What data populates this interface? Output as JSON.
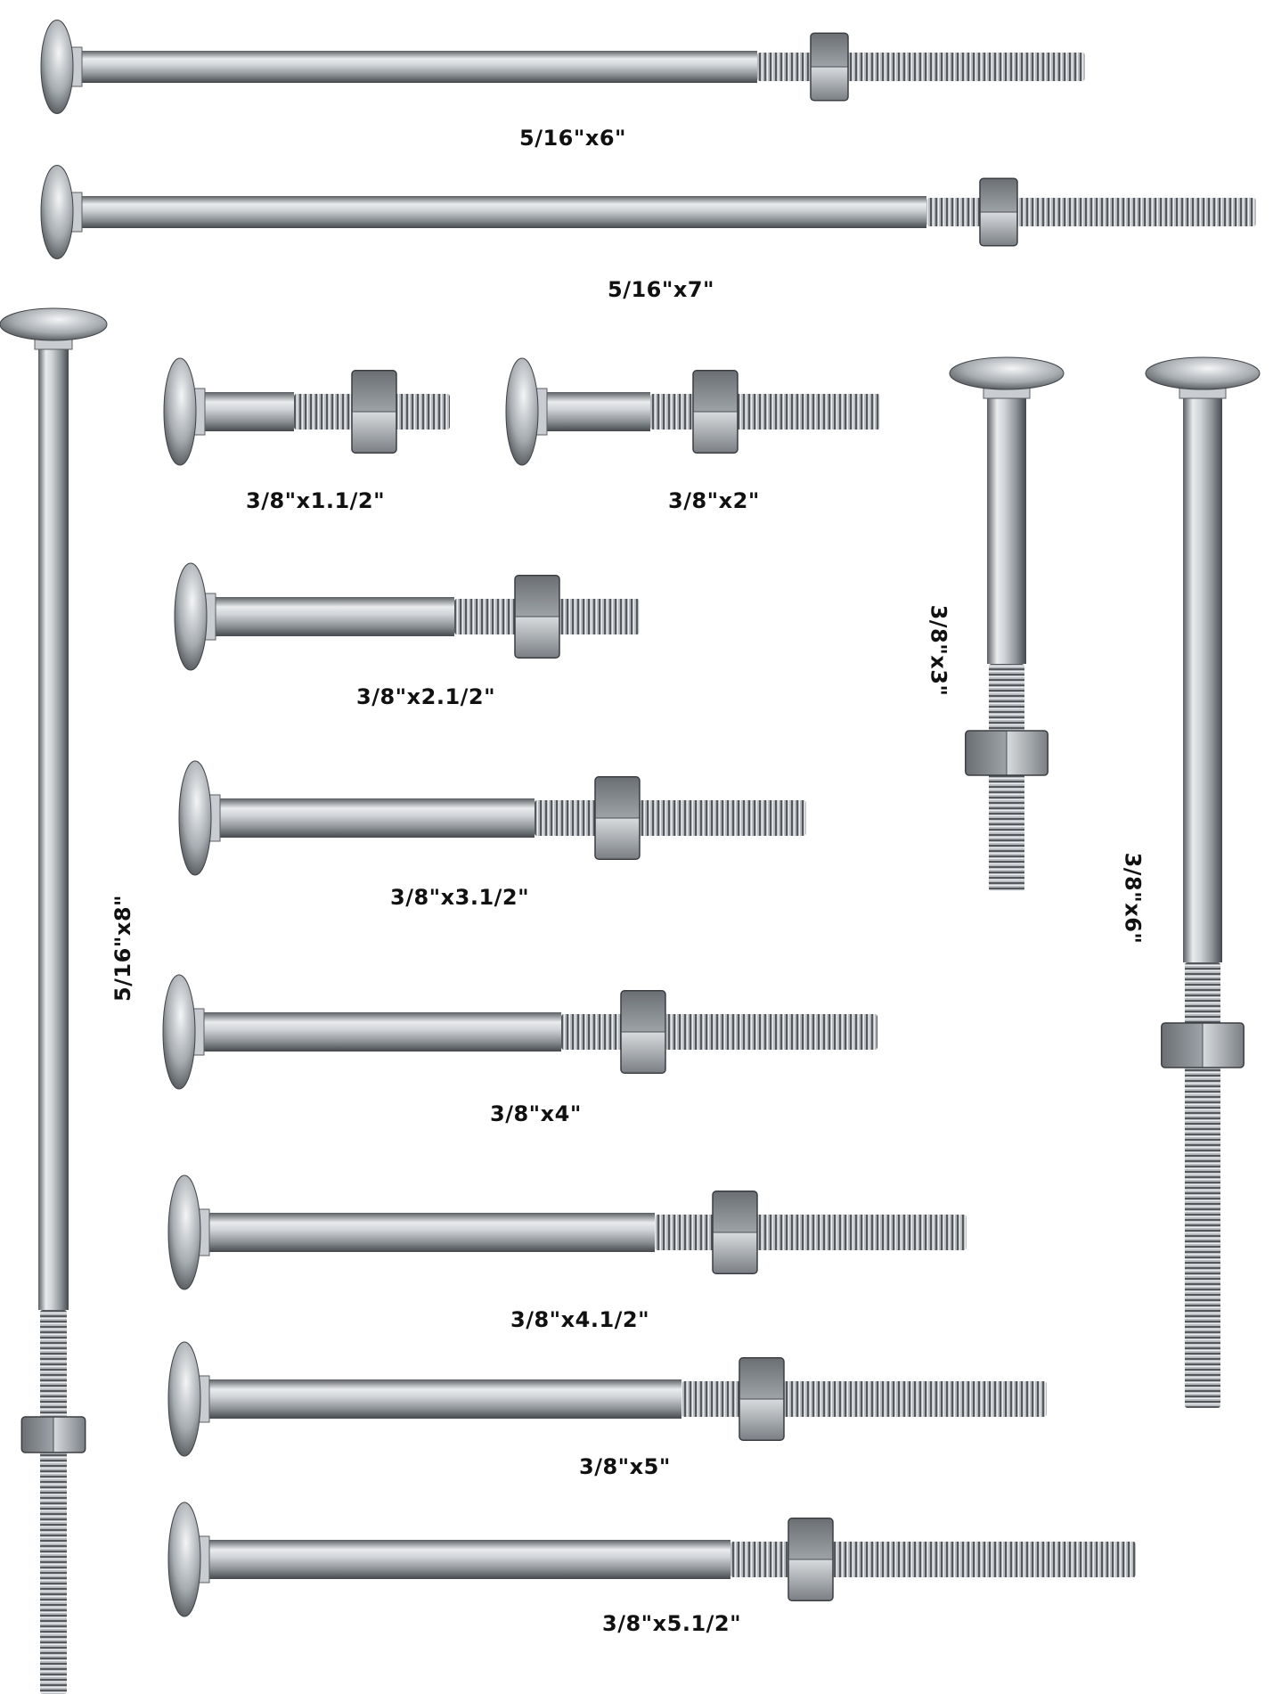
{
  "colors": {
    "background": "#ffffff",
    "steel_light": "#e6e8ea",
    "steel_mid": "#9ea3a8",
    "steel_dark": "#4a4e52",
    "label": "#111111"
  },
  "bolts": [
    {
      "id": "bolt-5-16x6",
      "label": "5/16\"x6\""
    },
    {
      "id": "bolt-5-16x7",
      "label": "5/16\"x7\""
    },
    {
      "id": "bolt-5-16x8",
      "label": "5/16\"x8\""
    },
    {
      "id": "bolt-3-8x1-1-2",
      "label": "3/8\"x1.1/2\""
    },
    {
      "id": "bolt-3-8x2",
      "label": "3/8\"x2\""
    },
    {
      "id": "bolt-3-8x2-1-2",
      "label": "3/8\"x2.1/2\""
    },
    {
      "id": "bolt-3-8x3-1-2",
      "label": "3/8\"x3.1/2\""
    },
    {
      "id": "bolt-3-8x4",
      "label": "3/8\"x4\""
    },
    {
      "id": "bolt-3-8x4-1-2",
      "label": "3/8\"x4.1/2\""
    },
    {
      "id": "bolt-3-8x5",
      "label": "3/8\"x5\""
    },
    {
      "id": "bolt-3-8x5-1-2",
      "label": "3/8\"x5.1/2\""
    },
    {
      "id": "bolt-3-8x3",
      "label": "3/8\"x3\""
    },
    {
      "id": "bolt-3-8x6",
      "label": "3/8\"x6\""
    }
  ]
}
